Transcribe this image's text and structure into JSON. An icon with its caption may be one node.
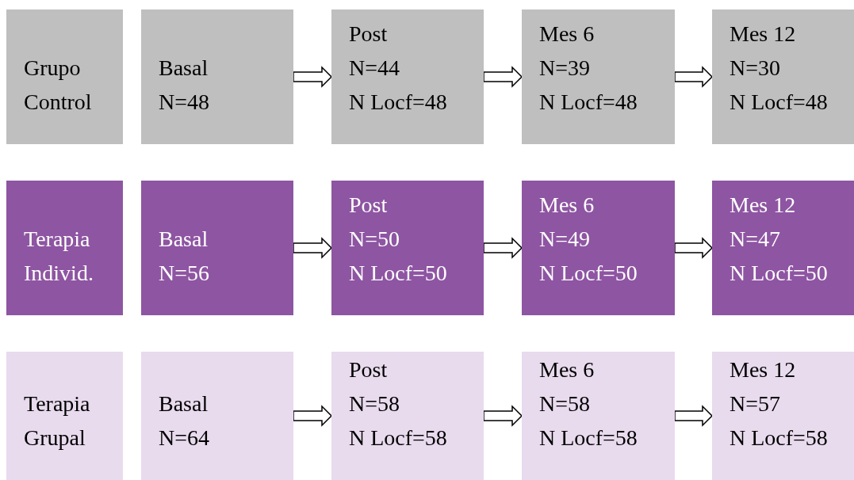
{
  "diagram": {
    "nodes": [
      {
        "text": [
          "Grupo Control"
        ]
      },
      {
        "text": [
          "Basal",
          "N=48"
        ]
      },
      {
        "text": [
          "Post",
          "N=44",
          "N Locf=48"
        ]
      },
      {
        "text": [
          "Mes 6",
          "N=39",
          "N Locf=48"
        ]
      },
      {
        "text": [
          "Mes 12",
          "N=30",
          "N Locf=48"
        ]
      },
      {
        "text": [
          "Terapia Individ."
        ]
      },
      {
        "text": [
          "Basal",
          "N=56"
        ]
      },
      {
        "text": [
          "Post",
          "N=50",
          "N Locf=50"
        ]
      },
      {
        "text": [
          "Mes 6",
          "N=49",
          "N Locf=50"
        ]
      },
      {
        "text": [
          "Mes 12",
          "N=47",
          "N Locf=50"
        ]
      },
      {
        "text": [
          "Terapia Grupal"
        ]
      },
      {
        "text": [
          "Basal",
          "N=64"
        ]
      },
      {
        "text": [
          "Post",
          "N=58",
          "N Locf=58"
        ]
      },
      {
        "text": [
          "Mes 6",
          "N=58",
          "N Locf=58"
        ]
      },
      {
        "text": [
          "Mes 12",
          "N=57",
          "N Locf=58"
        ]
      }
    ],
    "edges": [
      {
        "from": 1,
        "to": 2,
        "arrow": "to"
      },
      {
        "from": 2,
        "to": 3,
        "arrow": "to"
      },
      {
        "from": 3,
        "to": 4,
        "arrow": "to"
      },
      {
        "from": 6,
        "to": 7,
        "arrow": "to"
      },
      {
        "from": 7,
        "to": 8,
        "arrow": "to"
      },
      {
        "from": 8,
        "to": 9,
        "arrow": "to"
      },
      {
        "from": 11,
        "to": 12,
        "arrow": "to"
      },
      {
        "from": 12,
        "to": 13,
        "arrow": "to"
      },
      {
        "from": 13,
        "to": 14,
        "arrow": "to"
      }
    ]
  }
}
